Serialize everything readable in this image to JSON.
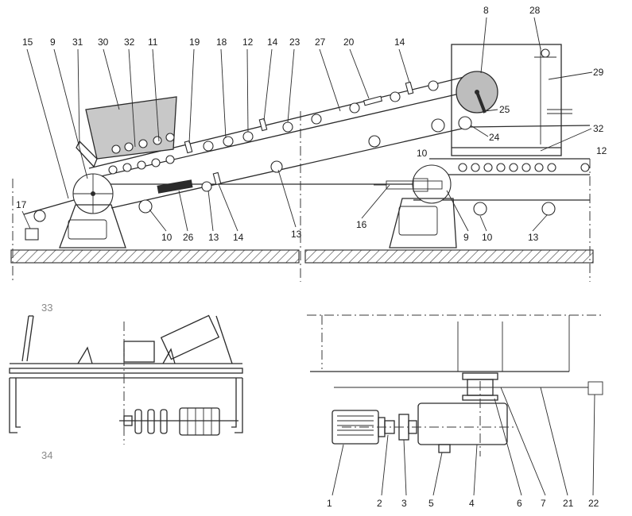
{
  "diagram": {
    "top_view_labels": [
      "15",
      "9",
      "31",
      "30",
      "32",
      "11",
      "19",
      "18",
      "12",
      "14",
      "23",
      "27",
      "20",
      "14",
      "8",
      "28",
      "29",
      "25",
      "24",
      "32",
      "12",
      "17",
      "10",
      "26",
      "13",
      "14",
      "13",
      "10",
      "16",
      "9",
      "10",
      "13"
    ],
    "section_view_labels": [
      "33",
      "34"
    ],
    "drive_view_labels": [
      "1",
      "2",
      "3",
      "5",
      "4",
      "6",
      "7",
      "21",
      "22"
    ]
  },
  "colors": {
    "line": "#2b2b2b",
    "hopper_fill": "#c8c8c8",
    "drum_fill": "#bdbdbd",
    "label": "#1a1a1a",
    "label_grey": "#8a8a8a"
  }
}
